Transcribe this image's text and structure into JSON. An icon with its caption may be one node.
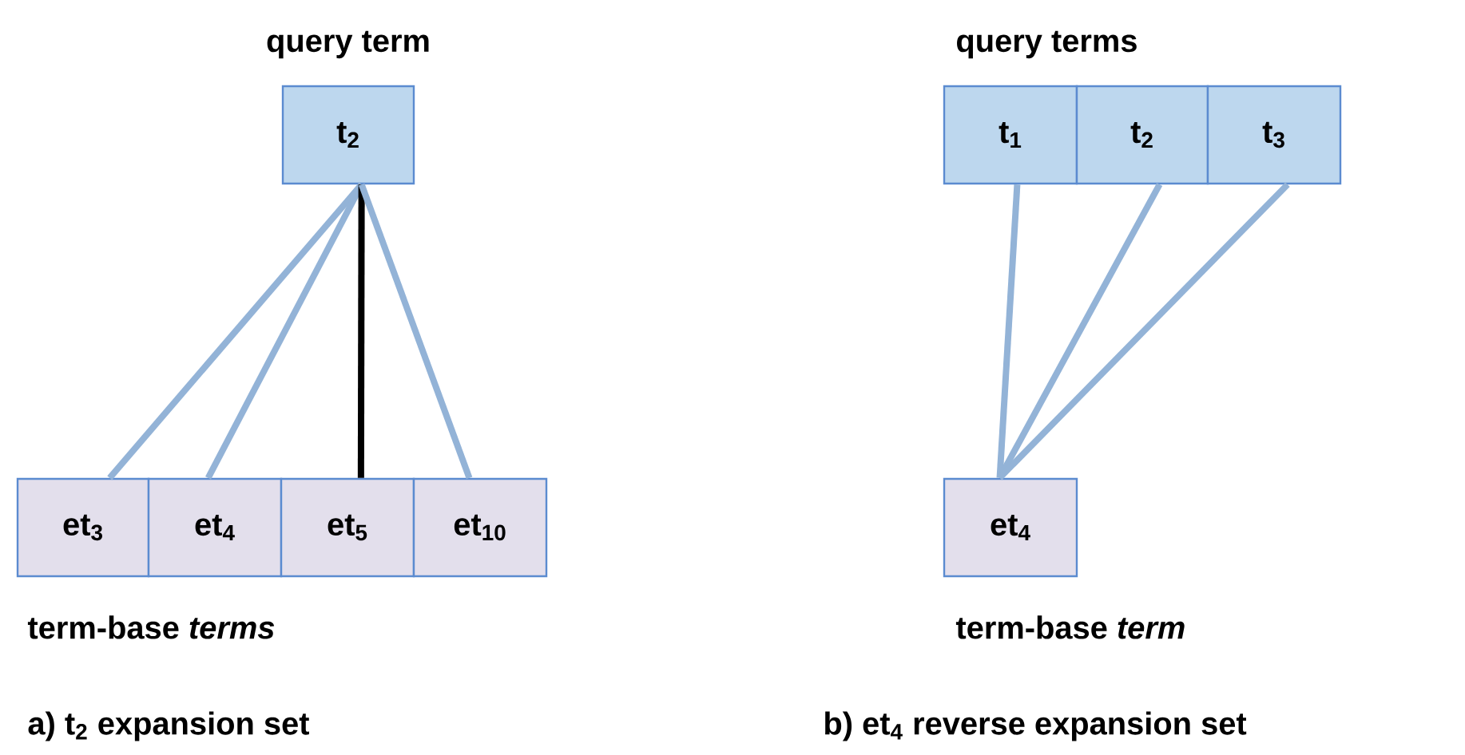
{
  "diagram": {
    "nodes": [
      {
        "text": [
          "t$_{2}$"
        ]
      },
      {
        "text": [
          "et$_{3}$"
        ]
      },
      {
        "text": [
          "et$_{4}$"
        ]
      },
      {
        "text": [
          "et$_{5}$"
        ]
      },
      {
        "text": [
          "et$_{10}$"
        ]
      },
      {
        "text": [
          "t$_{1}$"
        ]
      },
      {
        "text": [
          "t$_{2}$"
        ]
      },
      {
        "text": [
          "t$_{3}$"
        ]
      },
      {
        "text": [
          "et$_{4}$"
        ]
      }
    ],
    "edges": [
      {
        "from": 0,
        "to": 1,
        "arrow": "none"
      },
      {
        "from": 0,
        "to": 2,
        "arrow": "none"
      },
      {
        "from": 0,
        "to": 3,
        "arrow": "none",
        "color": "#000000"
      },
      {
        "from": 0,
        "to": 4,
        "arrow": "none"
      },
      {
        "from": 5,
        "to": 8,
        "arrow": "none"
      },
      {
        "from": 6,
        "to": 8,
        "arrow": "none"
      },
      {
        "from": 7,
        "to": 8,
        "arrow": "none"
      }
    ],
    "labels": [
      "query term",
      "query terms",
      "term-base *terms*",
      "term-base *term*",
      "a) t$_{2}$ expansion set",
      "b) et$_{4}$ reverse expansion set"
    ]
  }
}
